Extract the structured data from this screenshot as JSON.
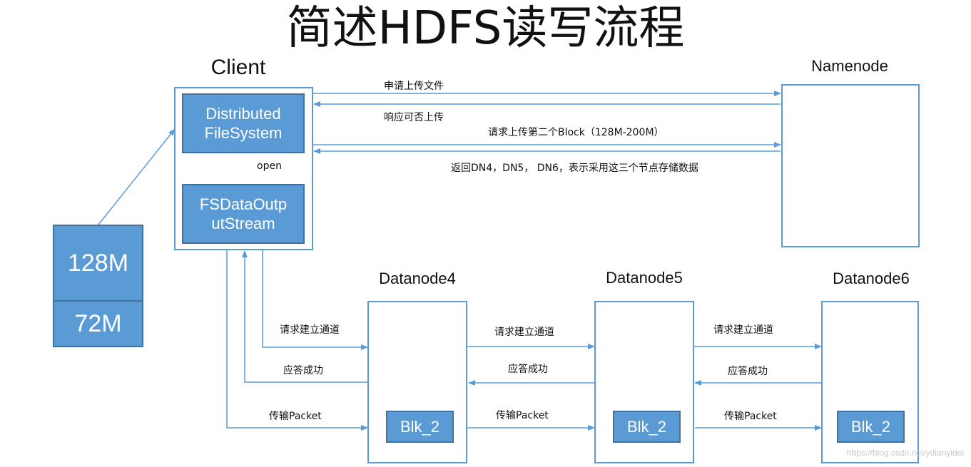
{
  "title": "简述HDFS读写流程",
  "client": {
    "label": "Client",
    "dfs": "Distributed\nFileSystem",
    "open": "open",
    "fsdos": "FSDataOutp\nutStream"
  },
  "namenode": {
    "label": "Namenode"
  },
  "file_blocks": {
    "block1": "128M",
    "block2": "72M"
  },
  "datanodes": [
    {
      "label": "Datanode4",
      "block": "Blk_2"
    },
    {
      "label": "Datanode5",
      "block": "Blk_2"
    },
    {
      "label": "Datanode6",
      "block": "Blk_2"
    }
  ],
  "messages": {
    "upload_request": "申请上传文件",
    "upload_response": "响应可否上传",
    "second_block_request": "请求上传第二个Block（128M-200M）",
    "dn_response": "返回DN4，DN5， DN6，表示采用这三个节点存储数据",
    "build_channel_1": "请求建立通道",
    "build_channel_2": "请求建立通道",
    "build_channel_3": "请求建立通道",
    "ack_1": "应答成功",
    "ack_2": "应答成功",
    "ack_3": "应答成功",
    "packet_1": "传输Packet",
    "packet_2": "传输Packet",
    "packet_3": "传输Packet"
  },
  "watermark": "https://blog.csdn.net/ydianyidei",
  "colors": {
    "box_fill": "#5b9bd5",
    "box_border": "#41719c",
    "arrow": "#5b9bd5"
  }
}
